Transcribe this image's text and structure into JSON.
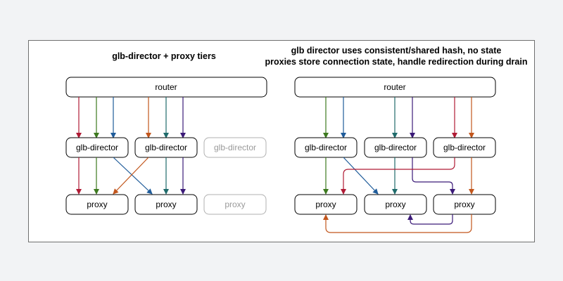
{
  "colors": {
    "red": "#b01b35",
    "green": "#3d7a1f",
    "blue": "#1f5c9a",
    "orange": "#c2561c",
    "teal": "#1f6b6b",
    "purple": "#3b1a78"
  },
  "left": {
    "title": "glb-director + proxy tiers",
    "router": "router",
    "directors": [
      "glb-director",
      "glb-director",
      "glb-director"
    ],
    "proxies": [
      "proxy",
      "proxy",
      "proxy"
    ]
  },
  "right": {
    "title_line1": "glb director uses consistent/shared hash, no state",
    "title_line2": "proxies store connection state, handle redirection during drain",
    "router": "router",
    "directors": [
      "glb-director",
      "glb-director",
      "glb-director"
    ],
    "proxies": [
      "proxy",
      "proxy",
      "proxy"
    ]
  }
}
